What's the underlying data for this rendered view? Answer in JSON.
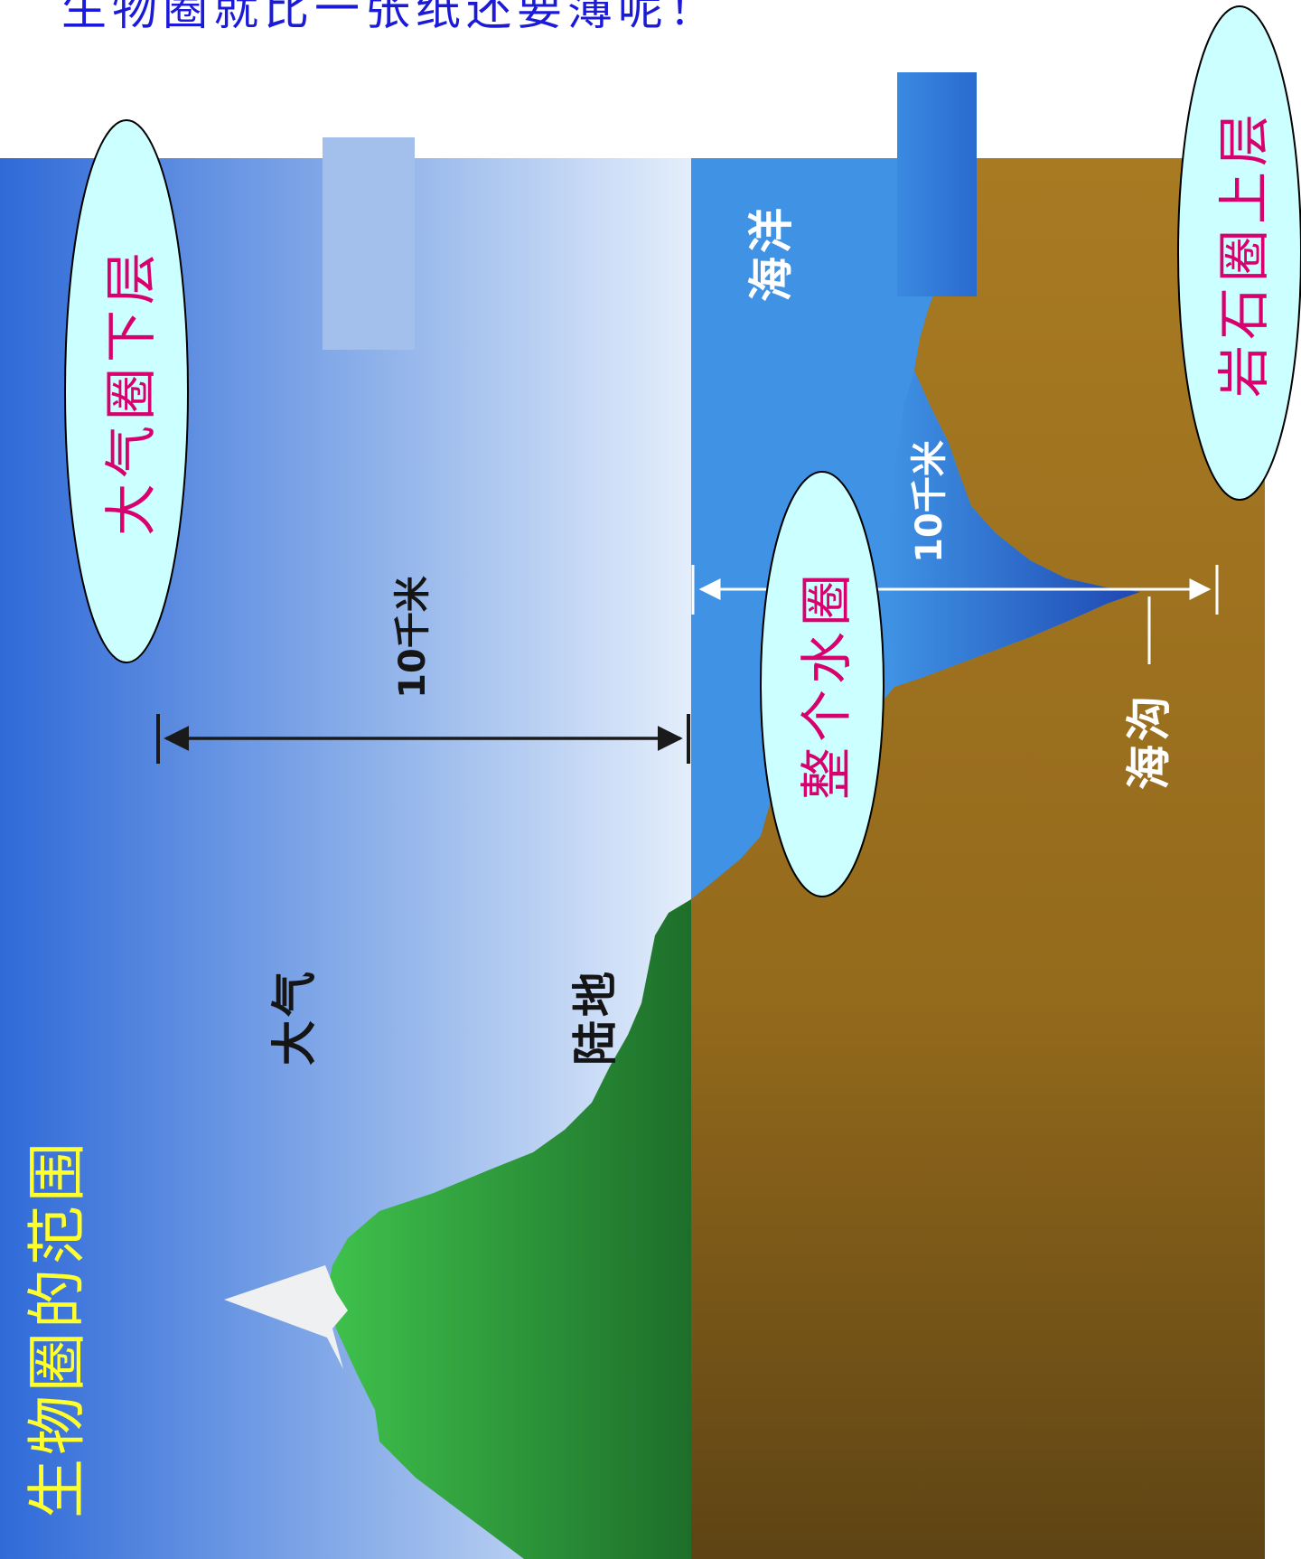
{
  "title": "生物圈就比一张纸还要薄呢！",
  "labels": {
    "atmosphere_lower": "大气圈下层",
    "whole_hydrosphere": "整个水圈",
    "lithosphere_upper": "岩石圈上层",
    "biosphere_scope": "生物圈的范围",
    "ocean": "海洋",
    "trench": "海沟",
    "atmosphere": "大气",
    "land": "陆地",
    "ten_km_air": "10千米",
    "ten_km_sea": "10千米"
  },
  "colors": {
    "title": "#1a1ad8",
    "oval_fill": "#ccffff",
    "oval_text": "#d8006e",
    "scope_text": "#ffff2e",
    "sky_deep": "#2f6ad8",
    "sky_light": "#e4eefb",
    "ocean": "#3f92e4",
    "trench_deep": "#1e48b2",
    "earth": "#a87a22",
    "earth_dark": "#5e4414",
    "land_green": "#2f9a3a",
    "snow": "#eef0f2"
  }
}
